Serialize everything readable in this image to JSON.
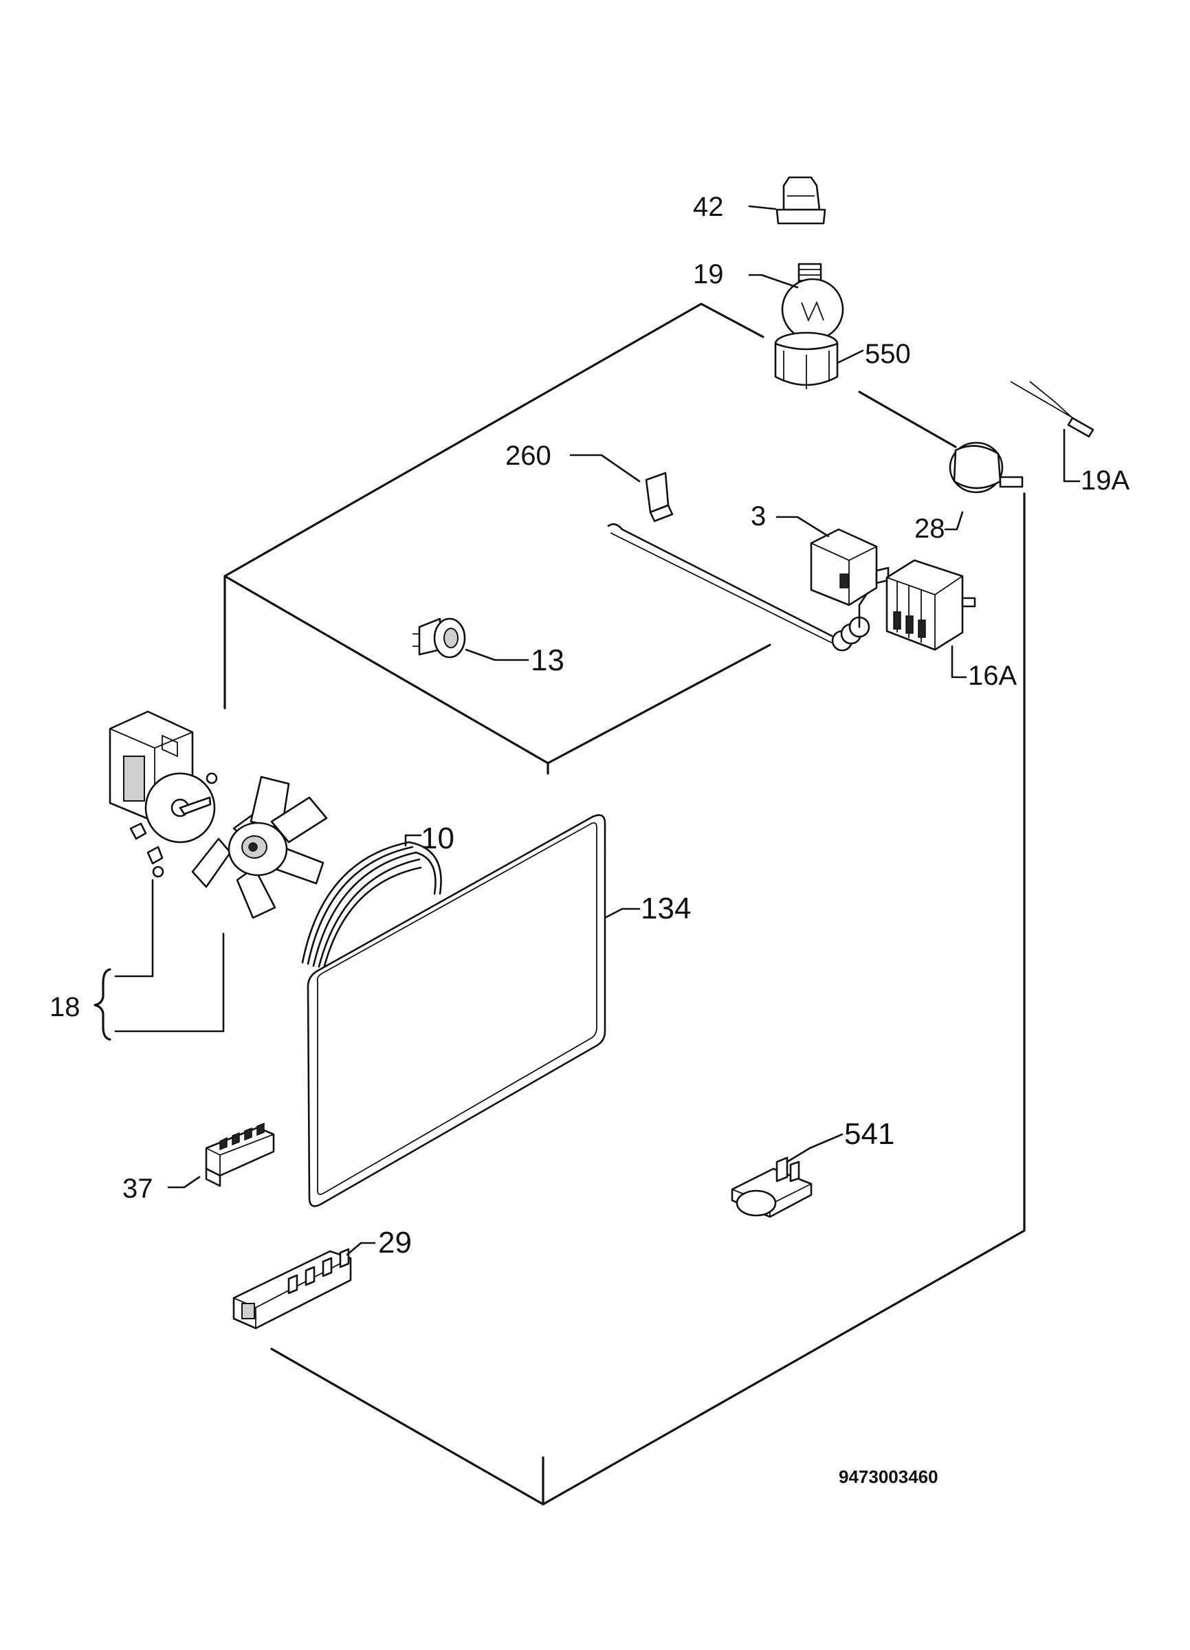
{
  "diagram_number": "9473003460",
  "callouts": {
    "c42": "42",
    "c19": "19",
    "c550": "550",
    "c19a": "19A",
    "c260": "260",
    "c3": "3",
    "c28": "28",
    "c16a": "16A",
    "c13": "13",
    "c10": "10",
    "c134": "134",
    "c18": "18",
    "c37": "37",
    "c541": "541",
    "c29": "29"
  }
}
